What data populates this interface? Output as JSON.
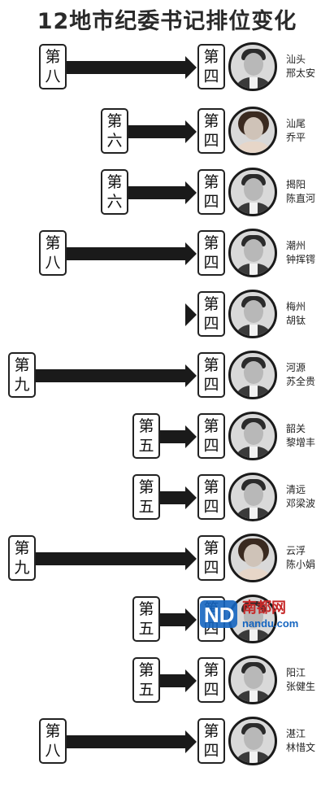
{
  "title": "12地市纪委书记排位变化",
  "new_rank_chars": [
    "第",
    "四"
  ],
  "rows": [
    {
      "from": [
        "第",
        "八"
      ],
      "city": "汕头",
      "person": "邢太安"
    },
    {
      "from": [
        "第",
        "六"
      ],
      "city": "汕尾",
      "person": "乔平"
    },
    {
      "from": [
        "第",
        "六"
      ],
      "city": "揭阳",
      "person": "陈直河"
    },
    {
      "from": [
        "第",
        "八"
      ],
      "city": "潮州",
      "person": "钟挥锷"
    },
    {
      "from": null,
      "city": "梅州",
      "person": "胡钛"
    },
    {
      "from": [
        "第",
        "九"
      ],
      "city": "河源",
      "person": "苏全贵"
    },
    {
      "from": [
        "第",
        "五"
      ],
      "city": "韶关",
      "person": "黎增丰"
    },
    {
      "from": [
        "第",
        "五"
      ],
      "city": "清远",
      "person": "邓梁波"
    },
    {
      "from": [
        "第",
        "九"
      ],
      "city": "云浮",
      "person": "陈小娟"
    },
    {
      "from": [
        "第",
        "五"
      ],
      "city": "",
      "person": ""
    },
    {
      "from": [
        "第",
        "五"
      ],
      "city": "阳江",
      "person": "张健生"
    },
    {
      "from": [
        "第",
        "八"
      ],
      "city": "湛江",
      "person": "林惜文"
    }
  ],
  "watermark": {
    "brand": "南都网",
    "domain": "nandu.com",
    "logo_letters": "ND"
  }
}
